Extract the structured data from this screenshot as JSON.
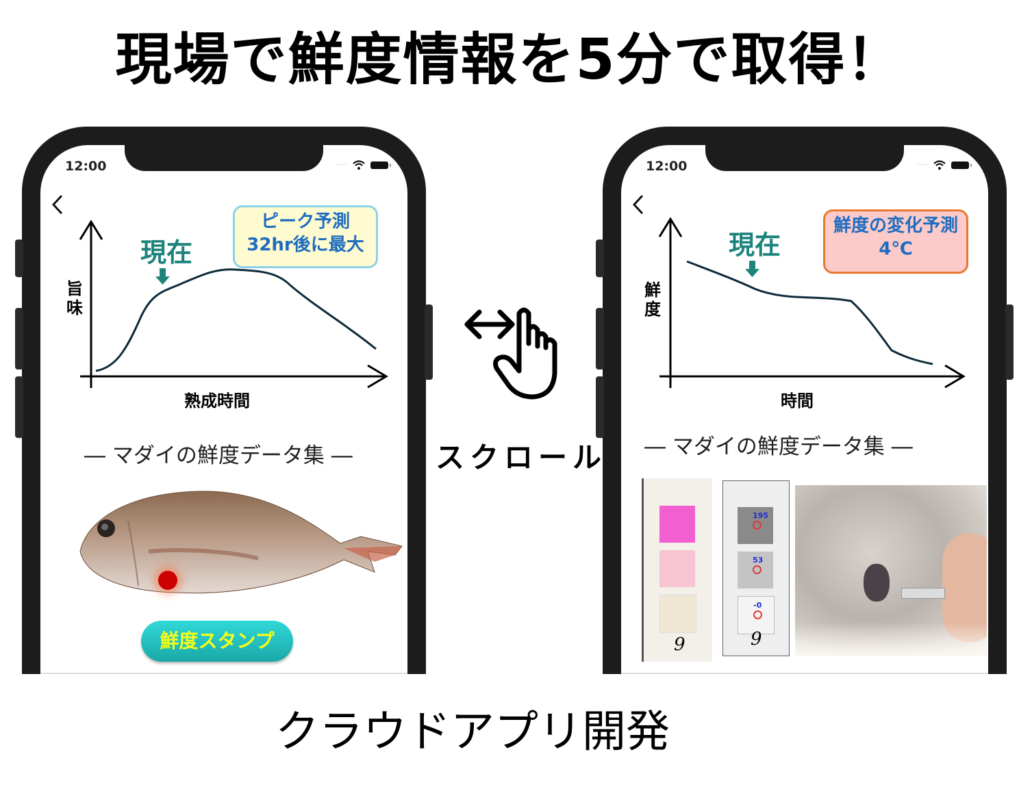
{
  "headline": "現場で鮮度情報を5分で取得！",
  "footer_title": "クラウドアプリ開発",
  "gesture": {
    "label": "スクロール",
    "icons": [
      "left-right-arrow-icon",
      "pointing-hand-icon"
    ]
  },
  "colors": {
    "now_label": "#1d847c",
    "callout_text": "#1f6cc0",
    "callout_yellow_bg": "#fdfbcf",
    "callout_yellow_border": "#8fd0ea",
    "callout_pink_bg": "#fccbc9",
    "callout_pink_border": "#e8782f",
    "stamp_button_bg": "#22c3c2",
    "stamp_button_text": "#f4ff1a",
    "stamp_dot": "#cc0000",
    "phone_frame": "#1c1c1c"
  },
  "phones": [
    {
      "status_time": "12:00",
      "back_icon": "chevron-left-icon",
      "now_label": "現在",
      "callout": {
        "line1": "ピーク予測",
        "line2": "32hr後に最大"
      },
      "ylabel": "旨味",
      "xlabel": "熟成時間",
      "section_title": "― マダイの鮮度データ集 ―",
      "stamp_button": "鮮度スタンプ"
    },
    {
      "status_time": "12:00",
      "back_icon": "chevron-left-icon",
      "now_label": "現在",
      "callout": {
        "line1": "鮮度の変化予測",
        "line2": "4℃"
      },
      "ylabel": "鮮度",
      "xlabel": "時間",
      "section_title": "― マダイの鮮度データ集 ―",
      "strips": [
        {
          "number": "9"
        },
        {
          "number": "9",
          "values": [
            "195",
            "53",
            "-0"
          ]
        }
      ]
    }
  ],
  "chart_data": [
    {
      "type": "line",
      "title": "ピーク予測 32hr後に最大",
      "xlabel": "熟成時間",
      "ylabel": "旨味",
      "x": [
        0,
        1,
        2,
        3,
        4,
        5,
        6,
        7,
        8,
        9,
        10
      ],
      "values": [
        0.05,
        0.2,
        0.55,
        0.78,
        0.88,
        0.95,
        0.94,
        0.88,
        0.7,
        0.5,
        0.25
      ],
      "annotation": "現在",
      "annotation_x": 2.5
    },
    {
      "type": "line",
      "title": "鮮度の変化予測 4℃",
      "xlabel": "時間",
      "ylabel": "鮮度",
      "x": [
        0,
        1,
        2,
        3,
        4,
        5,
        6,
        7,
        8,
        9,
        10
      ],
      "values": [
        0.9,
        0.82,
        0.72,
        0.64,
        0.6,
        0.58,
        0.56,
        0.45,
        0.2,
        0.12,
        0.08
      ],
      "annotation": "現在",
      "annotation_x": 2.5
    }
  ]
}
